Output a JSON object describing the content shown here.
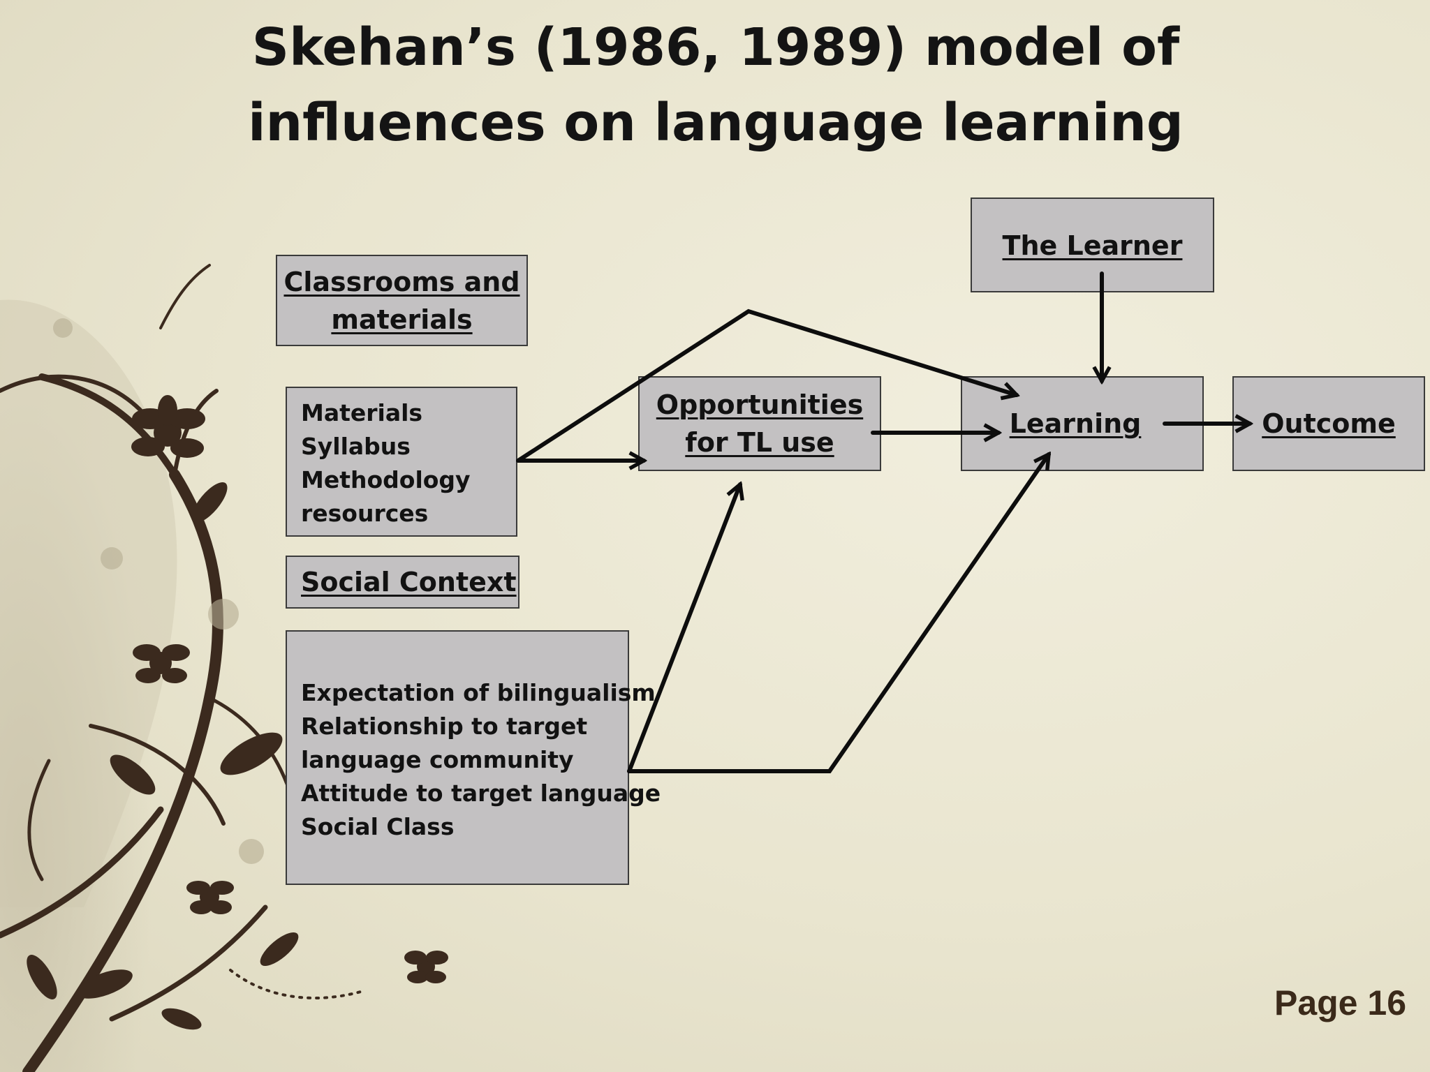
{
  "title": {
    "line1": "Skehan’s (1986, 1989) model of",
    "line2": "influences on language learning"
  },
  "boxes": {
    "classrooms_header": {
      "line1": "Classrooms and",
      "line2": "materials"
    },
    "materials_list": [
      "Materials",
      "Syllabus",
      "Methodology",
      "resources"
    ],
    "social_context_header": "Social Context",
    "social_list": [
      "Expectation of bilingualism",
      "Relationship to target",
      "language community",
      "Attitude to target language",
      "Social Class"
    ],
    "opportunities": {
      "line1": "Opportunities",
      "line2": "for TL use"
    },
    "learner": "The Learner",
    "learning": "Learning",
    "outcome": "Outcome"
  },
  "footer": {
    "page": "Page 16"
  },
  "colors": {
    "background": "#ebe7d2",
    "box_fill": "#c3c1c2",
    "ink": "#121212",
    "floral": "#3b2a1e"
  }
}
